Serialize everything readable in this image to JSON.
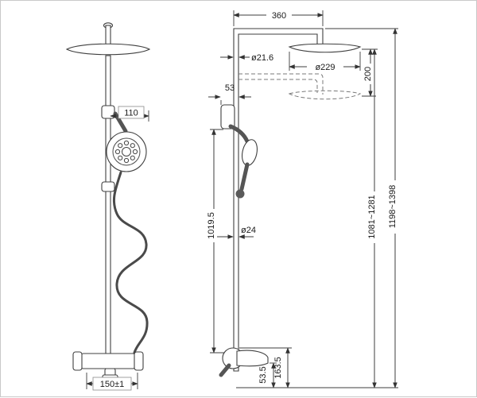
{
  "diagram": {
    "type": "technical-drawing",
    "subject": "shower-column-with-mixer",
    "dimensions": {
      "top_width": "360",
      "upper_pipe_diameter": "ø21.6",
      "head_diameter": "ø229",
      "head_drop": "200",
      "bracket_offset": "53",
      "holder_width": "110",
      "lower_pipe_length": "1019.5",
      "pipe_diameter": "ø24",
      "inlet_spacing": "150±1",
      "spout_height": "53.5",
      "mixer_height": "163.5",
      "height_to_head": "1081~1281",
      "total_height": "1198~1398"
    }
  }
}
